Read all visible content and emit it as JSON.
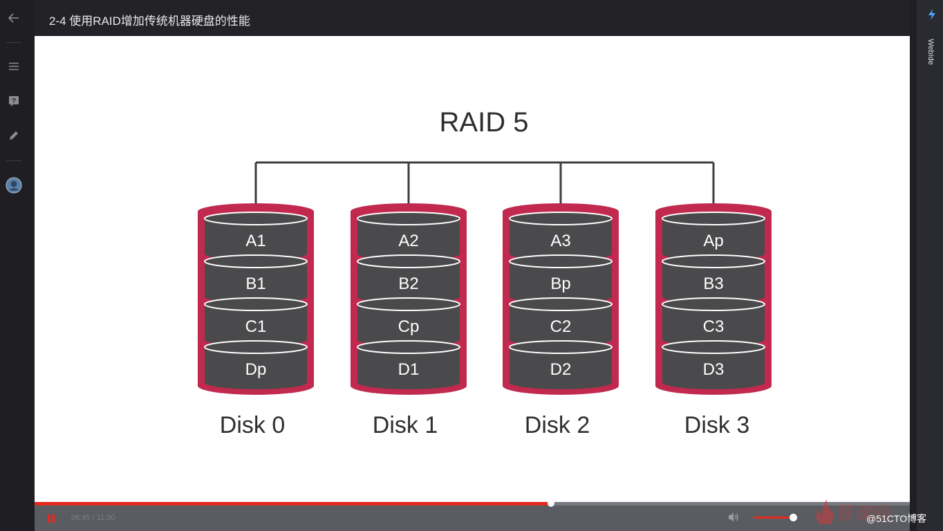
{
  "header": {
    "title": "2-4 使用RAID增加传统机器硬盘的性能"
  },
  "sidebar": {
    "items": [
      {
        "name": "back",
        "icon": "back-arrow-icon"
      },
      {
        "name": "menu",
        "icon": "list-icon"
      },
      {
        "name": "question",
        "icon": "question-icon"
      },
      {
        "name": "notes",
        "icon": "pencil-icon"
      },
      {
        "name": "avatar",
        "icon": "avatar-icon"
      }
    ]
  },
  "right_panel": {
    "label": "WebIde",
    "icon": "webide-icon"
  },
  "slide": {
    "title": "RAID 5",
    "disks": [
      {
        "label": "Disk 0",
        "blocks": [
          "A1",
          "B1",
          "C1",
          "Dp"
        ]
      },
      {
        "label": "Disk 1",
        "blocks": [
          "A2",
          "B2",
          "Cp",
          "D1"
        ]
      },
      {
        "label": "Disk 2",
        "blocks": [
          "A3",
          "Bp",
          "C2",
          "D2"
        ]
      },
      {
        "label": "Disk 3",
        "blocks": [
          "Ap",
          "B3",
          "C3",
          "D3"
        ]
      }
    ],
    "colors": {
      "disk_outer": "#c1294f",
      "disk_block": "#4a4a4c",
      "text": "#2e2e2e",
      "connector": "#3d3d3f"
    }
  },
  "player": {
    "time": "06:45 / 11:30",
    "progress": 0.59,
    "volume": 0.9,
    "accent": "#e8281e",
    "play_state": "playing"
  },
  "watermark": {
    "logo_icon": "flame-logo-icon",
    "text": "@51CTO博客"
  }
}
